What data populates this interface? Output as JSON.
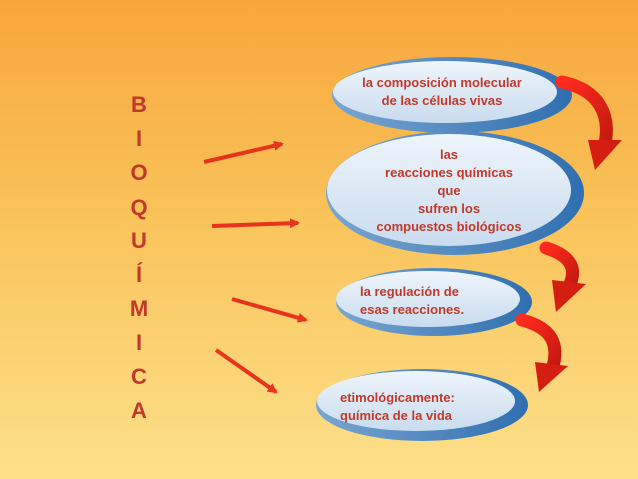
{
  "vertical_word": [
    "B",
    "I",
    "O",
    "Q",
    "U",
    "Í",
    "M",
    "I",
    "C",
    "A"
  ],
  "ovals": [
    {
      "line1": "la composición molecular",
      "line2": "de las células vivas"
    },
    {
      "line1": "las",
      "line2": "reacciones químicas",
      "line3": "que",
      "line4": "sufren los",
      "line5": "compuestos biológicos"
    },
    {
      "line1": "la regulación de",
      "line2": "esas reacciones."
    },
    {
      "line1": "etimológicamente:",
      "line2": "química de la vida"
    }
  ],
  "colors": {
    "background_top": "#f7a63c",
    "background_bottom": "#fde08a",
    "text_red": "#c0392b",
    "arrow_red": "#e8341c",
    "oval_fill": "#d6e6f4"
  }
}
